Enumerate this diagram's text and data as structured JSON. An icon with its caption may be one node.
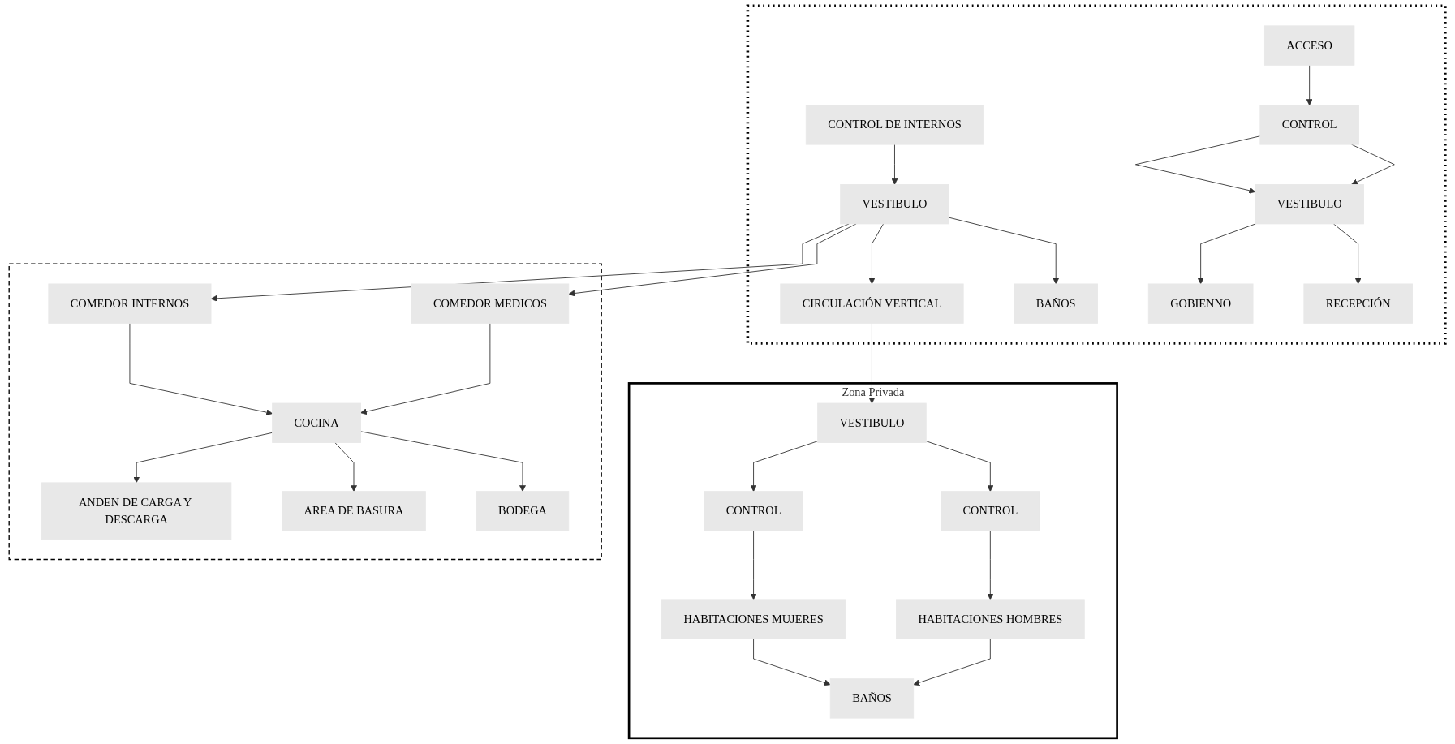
{
  "diagram": {
    "nodes": [
      {
        "text": [],
        "shape": "box"
      },
      {
        "text": [
          "ACCESO"
        ],
        "in": 0
      },
      {
        "text": [
          "CONTROL"
        ],
        "in": 0
      },
      {
        "text": [
          "RECEPCIÓN"
        ],
        "in": 0
      },
      {
        "text": [
          "VESTIBULO"
        ],
        "in": 0
      },
      {
        "text": [
          "GOBIENNO"
        ],
        "in": 0
      },
      {
        "text": [
          "CONTROL DE INTERNOS"
        ],
        "in": 0
      },
      {
        "text": [
          "BAÑOS"
        ],
        "in": 0
      },
      {
        "text": [
          "VESTIBULO"
        ],
        "in": 0
      },
      {
        "text": [
          "CIRCULACIÓN VERTICAL"
        ],
        "in": 0
      },
      {
        "text": [],
        "shape": "box"
      },
      {
        "text": [
          "COMEDOR MEDICOS"
        ],
        "in": 10
      },
      {
        "text": [
          "COMEDOR INTERNOS"
        ],
        "in": 10
      },
      {
        "text": [
          "BODEGA"
        ],
        "in": 10
      },
      {
        "text": [
          "COCINA"
        ],
        "in": 10
      },
      {
        "text": [
          "AREA DE BASURA"
        ],
        "in": 10
      },
      {
        "text": [
          "ANDEN DE CARGA Y DESCARGA"
        ],
        "in": 10
      },
      {
        "text": [
          "Zona Privada"
        ]
      },
      {
        "text": [
          "CONTROL"
        ],
        "in": 17
      },
      {
        "text": [
          "HABITACIONES HOMBRES"
        ],
        "in": 17
      },
      {
        "text": [
          "VESTIBULO"
        ],
        "in": 17
      },
      {
        "text": [
          "BAÑOS"
        ],
        "in": 17
      },
      {
        "text": [
          "CONTROL"
        ],
        "in": 17
      },
      {
        "text": [
          "HABITACIONES MUJERES"
        ],
        "in": 17
      }
    ],
    "edges": [
      {
        "from": 1,
        "to": 2,
        "arrow": "to"
      },
      {
        "from": 2,
        "to": 4,
        "arrow": "to"
      },
      {
        "from": 2,
        "to": 4,
        "arrow": "to"
      },
      {
        "from": 4,
        "to": 3,
        "arrow": "to"
      },
      {
        "from": 4,
        "to": 5,
        "arrow": "to"
      },
      {
        "from": 6,
        "to": 8,
        "arrow": "to"
      },
      {
        "from": 8,
        "to": 7,
        "arrow": "to"
      },
      {
        "from": 8,
        "to": 9,
        "arrow": "to"
      },
      {
        "from": 9,
        "to": 20,
        "arrow": "to"
      },
      {
        "from": 8,
        "to": 11,
        "arrow": "to"
      },
      {
        "from": 8,
        "to": 12,
        "arrow": "to"
      },
      {
        "from": 11,
        "to": 14,
        "arrow": "to"
      },
      {
        "from": 12,
        "to": 14,
        "arrow": "to"
      },
      {
        "from": 14,
        "to": 13,
        "arrow": "to"
      },
      {
        "from": 14,
        "to": 15,
        "arrow": "to"
      },
      {
        "from": 14,
        "to": 16,
        "arrow": "to"
      },
      {
        "from": 20,
        "to": 18,
        "arrow": "to"
      },
      {
        "from": 18,
        "to": 19,
        "arrow": "to"
      },
      {
        "from": 19,
        "to": 21,
        "arrow": "to"
      },
      {
        "from": 20,
        "to": 22,
        "arrow": "to"
      },
      {
        "from": 22,
        "to": 23,
        "arrow": "to"
      },
      {
        "from": 23,
        "to": 21,
        "arrow": "to"
      }
    ]
  }
}
